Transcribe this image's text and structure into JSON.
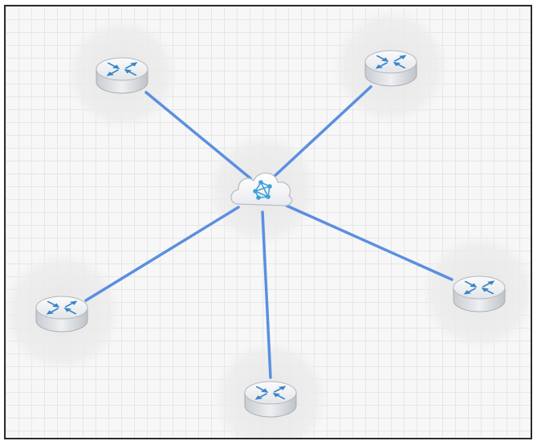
{
  "colors": {
    "grid_background": "#f7f7f7",
    "grid_line": "#e6e6e6",
    "frame_border": "#2b2b2b",
    "link": "#5b8fe0",
    "node_halo": "#e9e9e9",
    "router_body": "#f1f2f4",
    "router_arrow": "#3a86c8",
    "cloud_icon": "#3fa0d8"
  },
  "diagram": {
    "hub": {
      "kind": "cloud",
      "icon": "network-cloud-icon"
    },
    "nodes": [
      {
        "kind": "router",
        "icon": "router-icon"
      },
      {
        "kind": "router",
        "icon": "router-icon"
      },
      {
        "kind": "router",
        "icon": "router-icon"
      },
      {
        "kind": "router",
        "icon": "router-icon"
      },
      {
        "kind": "router",
        "icon": "router-icon"
      }
    ],
    "links": [
      {
        "from": "hub",
        "to": 0
      },
      {
        "from": "hub",
        "to": 1
      },
      {
        "from": "hub",
        "to": 2
      },
      {
        "from": "hub",
        "to": 3
      },
      {
        "from": "hub",
        "to": 4
      }
    ]
  }
}
